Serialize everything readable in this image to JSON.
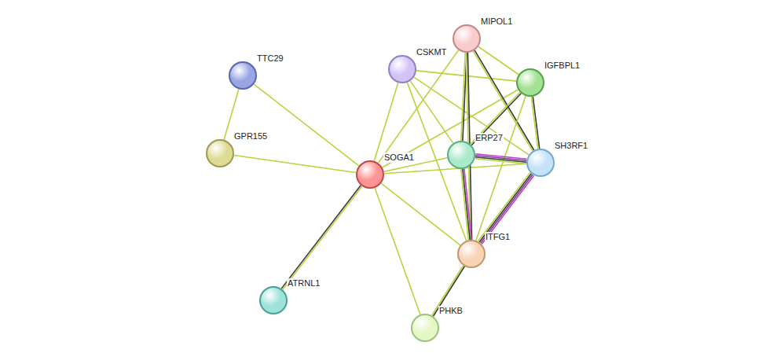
{
  "diagram": {
    "nodes": [
      {
        "text": [
          "TTC29"
        ]
      },
      {
        "text": [
          "GPR155"
        ]
      },
      {
        "text": [
          "SOGA1"
        ]
      },
      {
        "text": [
          "ATRNL1"
        ]
      },
      {
        "text": [
          "CSKMT"
        ]
      },
      {
        "text": [
          "MIPOL1"
        ]
      },
      {
        "text": [
          "IGFBPL1"
        ]
      },
      {
        "text": [
          "ERP27"
        ]
      },
      {
        "text": [
          "SH3RF1"
        ]
      },
      {
        "text": [
          "ITFG1"
        ]
      },
      {
        "text": [
          "PHKB"
        ]
      }
    ],
    "edges": [
      {
        "from": 0,
        "to": 1,
        "arrow": "none"
      },
      {
        "from": 0,
        "to": 2,
        "arrow": "none"
      },
      {
        "from": 1,
        "to": 2,
        "arrow": "none"
      },
      {
        "from": 2,
        "to": 3,
        "arrow": "none"
      },
      {
        "from": 2,
        "to": 4,
        "arrow": "none"
      },
      {
        "from": 2,
        "to": 5,
        "arrow": "none"
      },
      {
        "from": 2,
        "to": 6,
        "arrow": "none"
      },
      {
        "from": 2,
        "to": 7,
        "arrow": "none"
      },
      {
        "from": 2,
        "to": 8,
        "arrow": "none"
      },
      {
        "from": 2,
        "to": 9,
        "arrow": "none"
      },
      {
        "from": 2,
        "to": 10,
        "arrow": "none"
      },
      {
        "from": 4,
        "to": 6,
        "arrow": "none"
      },
      {
        "from": 4,
        "to": 7,
        "arrow": "none"
      },
      {
        "from": 4,
        "to": 8,
        "arrow": "none"
      },
      {
        "from": 4,
        "to": 9,
        "arrow": "none"
      },
      {
        "from": 5,
        "to": 6,
        "arrow": "none"
      },
      {
        "from": 5,
        "to": 7,
        "arrow": "none"
      },
      {
        "from": 5,
        "to": 8,
        "arrow": "none"
      },
      {
        "from": 5,
        "to": 9,
        "arrow": "none"
      },
      {
        "from": 6,
        "to": 7,
        "arrow": "none"
      },
      {
        "from": 6,
        "to": 8,
        "arrow": "none"
      },
      {
        "from": 6,
        "to": 9,
        "arrow": "none"
      },
      {
        "from": 7,
        "to": 8,
        "arrow": "none"
      },
      {
        "from": 7,
        "to": 9,
        "arrow": "none"
      },
      {
        "from": 8,
        "to": 9,
        "arrow": "none"
      },
      {
        "from": 9,
        "to": 10,
        "arrow": "none"
      }
    ]
  }
}
